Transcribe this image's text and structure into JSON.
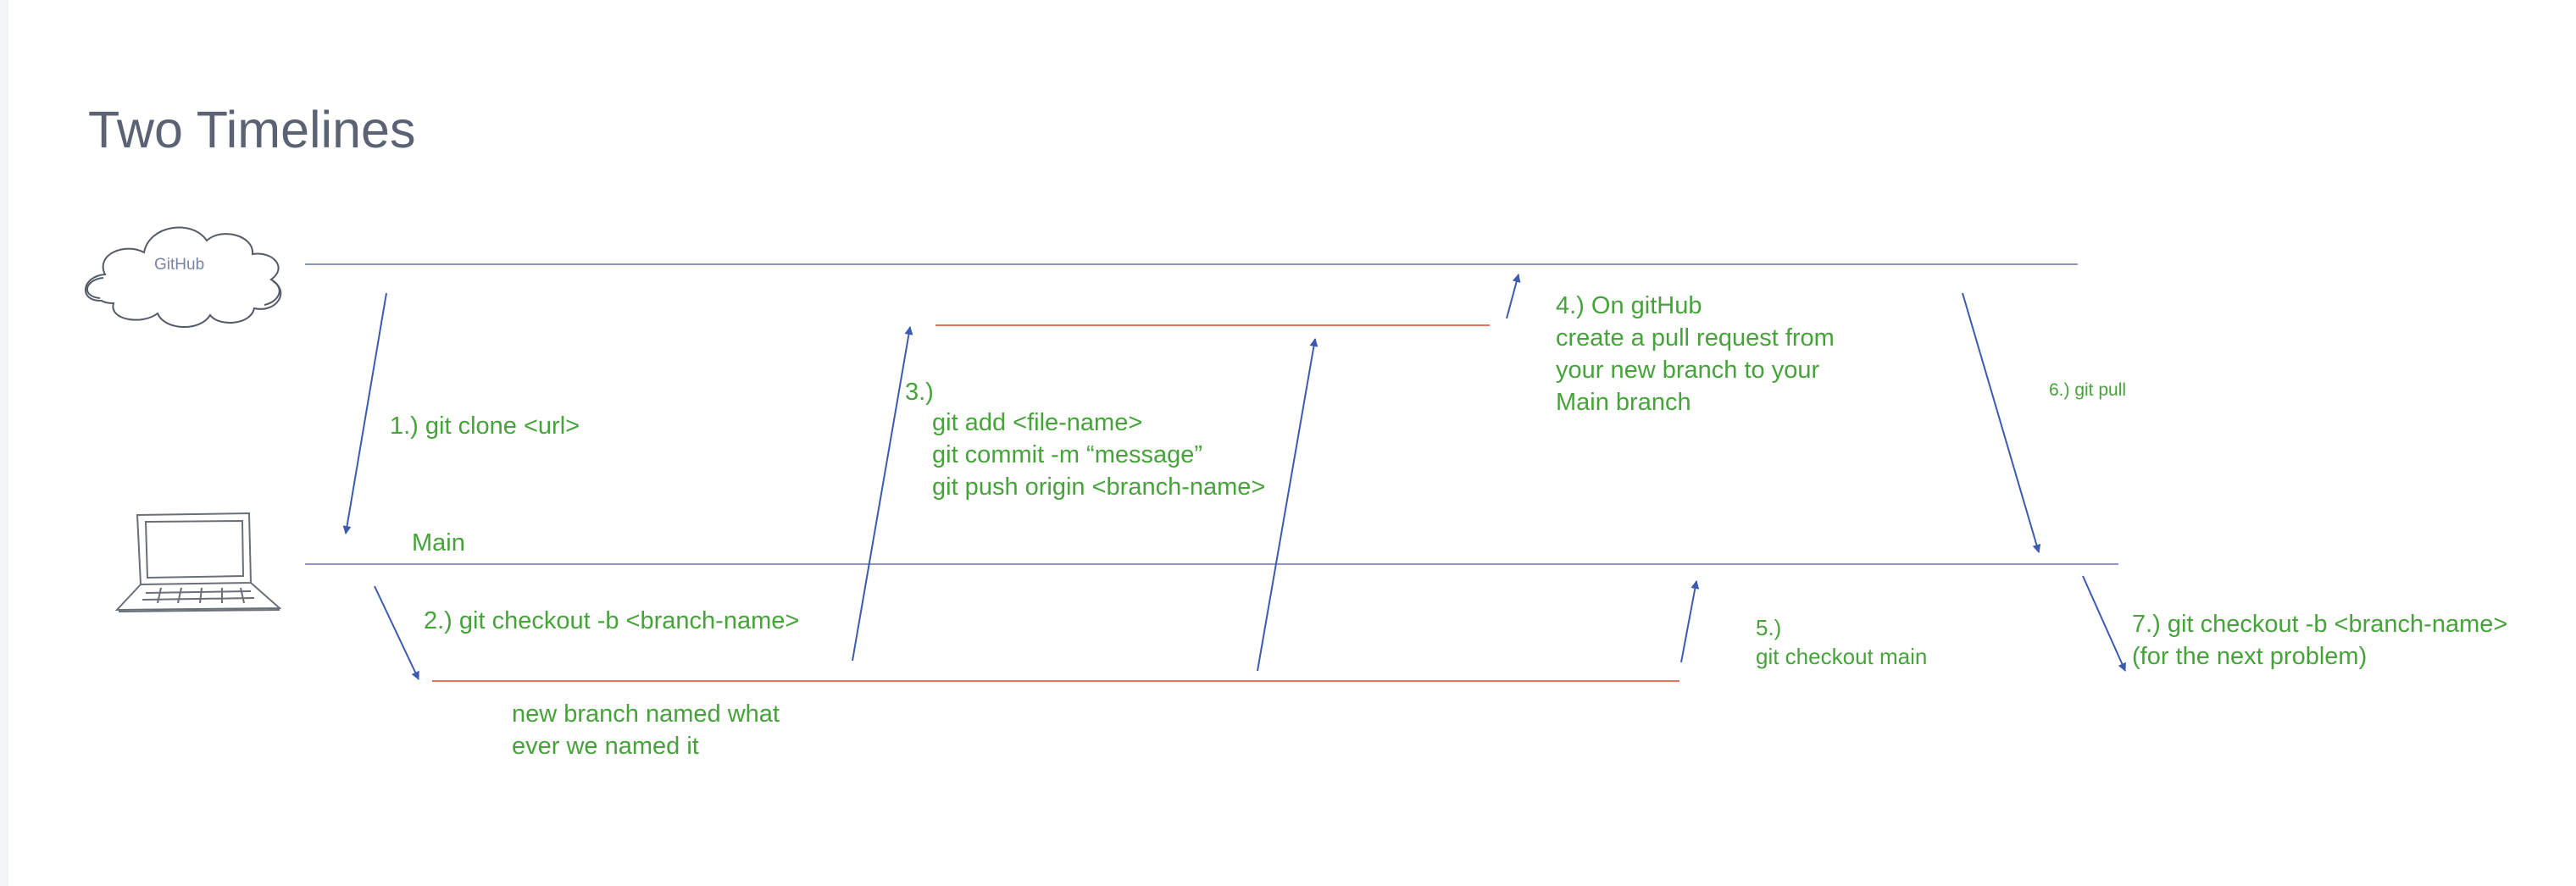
{
  "title": "Two Timelines",
  "nodes": {
    "cloud_label": "GitHub",
    "main_label": "Main"
  },
  "steps": {
    "s1": "1.) git clone <url>",
    "s2": "2.) git checkout -b <branch-name>",
    "branch_note": "new branch named what\never we named it",
    "s3_head": "3.)",
    "s3_cmds": "git add <file-name>\ngit commit -m “message”\ngit push origin <branch-name>",
    "s4": "4.) On gitHub\ncreate a pull request from\nyour new branch to your\nMain branch",
    "s5": "5.)\ngit checkout main",
    "s6": "6.) git pull",
    "s7": "7.) git checkout -b <branch-name>\n(for the next problem)"
  },
  "icons": {
    "cloud": "cloud-icon",
    "laptop": "laptop-icon"
  },
  "colors": {
    "timeline": "#8f95c2",
    "branch": "#e8735a",
    "arrow": "#3c5bb0",
    "text": "#46a33a",
    "title": "#5a6274"
  }
}
